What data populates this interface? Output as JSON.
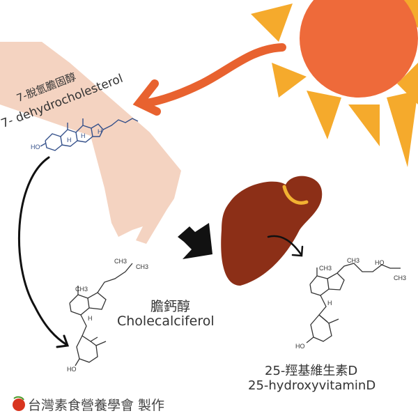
{
  "colors": {
    "sun_core": "#EE6A3A",
    "sun_rays": "#F5AA2C",
    "skin": "#F4D3C1",
    "uv_arrow": "#E8622F",
    "liver": "#8C2F17",
    "gallbladder": "#F2B232",
    "molecule_blue": "#34508a"
  },
  "precursor": {
    "name_zh": "7-脫氫膽固醇",
    "name_en": "7- dehydrocholesterol",
    "atoms": {
      "ho": "HO",
      "h1": "H",
      "h2": "H",
      "h3": "H"
    }
  },
  "cholecalciferol": {
    "name_zh": "膽鈣醇",
    "name_en": "Cholecalciferol",
    "atoms": {
      "ch3_a": "CH3",
      "ch3_b": "CH3",
      "ch3_c": "CH3",
      "h": "H",
      "ho": "HO"
    }
  },
  "calcidiol": {
    "name_zh": "25-羥基維生素D",
    "name_en": "25-hydroxyvitaminD",
    "atoms": {
      "ch3_a": "CH3",
      "ch3_b": "CH3",
      "ho_top": "HO",
      "ch3_c": "CH3",
      "h": "H",
      "ho": "HO"
    }
  },
  "credit": {
    "text": "台灣素食營養學會 製作",
    "logo": "tomato-logo"
  }
}
